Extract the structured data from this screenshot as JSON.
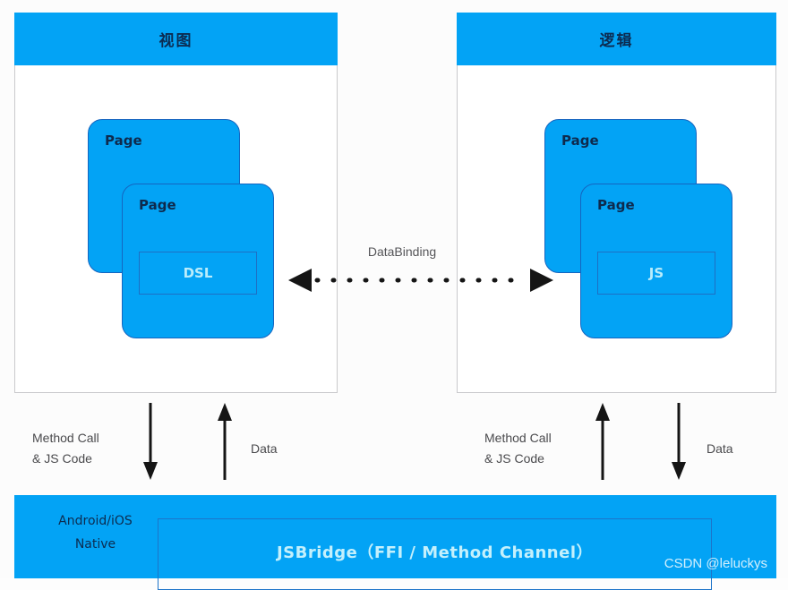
{
  "diagram": {
    "title_colors": {
      "brand_blue": "#03a3f5",
      "card_border": "#1565c0",
      "dark_navy": "#0c2c52",
      "inner_text": "#b9ecfb",
      "arrow_black": "#151515",
      "panel_border": "#c9c9cc"
    },
    "panels": [
      {
        "id": "view",
        "header": "视图",
        "cards": [
          {
            "label": "Page"
          },
          {
            "label": "Page"
          }
        ],
        "inner_box": "DSL"
      },
      {
        "id": "logic",
        "header": "逻辑",
        "cards": [
          {
            "label": "Page"
          },
          {
            "label": "Page"
          }
        ],
        "inner_box": "JS"
      }
    ],
    "binding": {
      "label": "DataBinding",
      "style": "dotted-double-arrow"
    },
    "flows": [
      {
        "id": "left-down",
        "label": "Method Call\n& JS Code",
        "direction": "down"
      },
      {
        "id": "left-up",
        "label": "Data",
        "direction": "up"
      },
      {
        "id": "right-up",
        "label": "Method Call\n& JS Code",
        "direction": "up"
      },
      {
        "id": "right-down",
        "label": "Data",
        "direction": "down"
      }
    ],
    "native": {
      "label": "Android/iOS\nNative",
      "bridge": "JSBridge（FFI / Method Channel）"
    },
    "watermark": "CSDN @leluckys"
  }
}
